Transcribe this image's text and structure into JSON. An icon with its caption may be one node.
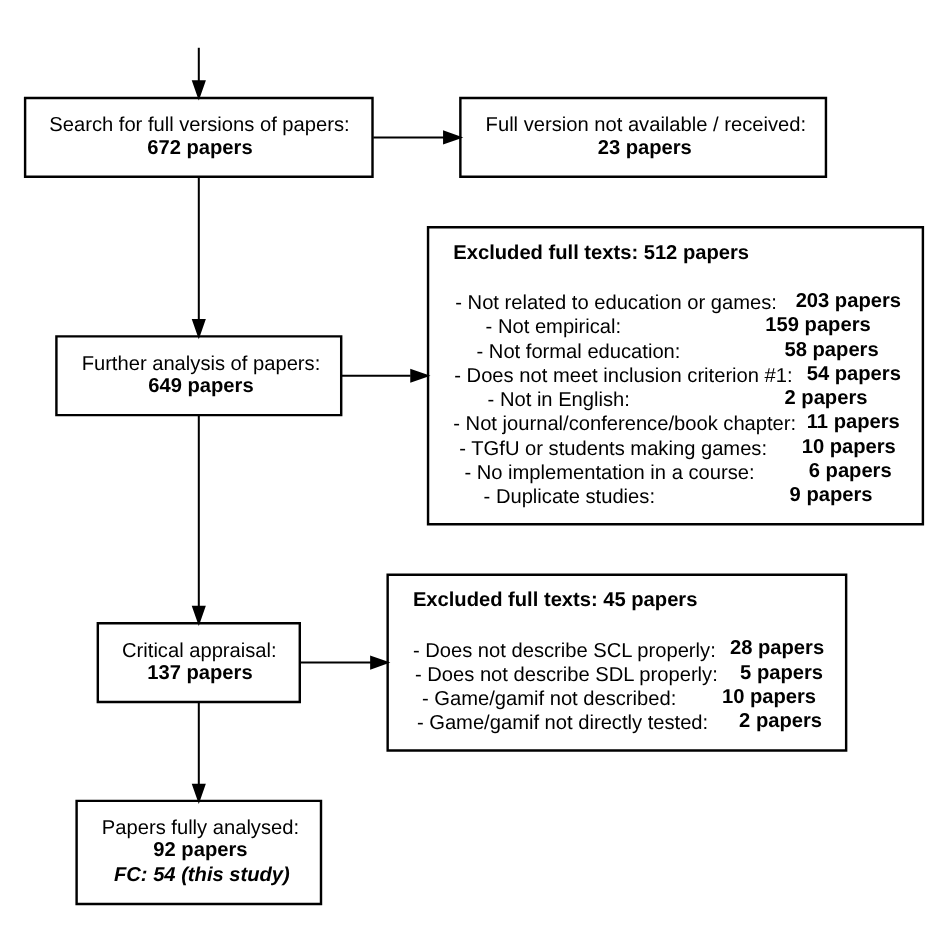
{
  "diagram": {
    "nodes": [
      {
        "text": [
          "Search for full versions of papers:",
          "672 papers"
        ]
      },
      {
        "text": [
          "Full version not available / received:",
          "23 papers"
        ]
      },
      {
        "text": [
          "Further analysis of papers:",
          "649 papers"
        ]
      },
      {
        "text": [
          "Excluded full texts: 512 papers",
          "- Not related to education or games: **203 papers**",
          "- Not empirical: **159 papers**",
          "- Not formal education: **58 papers**",
          "- Does not meet inclusion criterion #1: **54 papers**",
          "- Not in English: **2 papers**",
          "- Not journal/conference/book chapter: **11 papers**",
          "- TGfU or students making games: **10 papers**",
          "- No implementation in a course: **6 papers**",
          "- Duplicate studies: **9 papers**"
        ]
      },
      {
        "text": [
          "Critical appraisal:",
          "137 papers"
        ]
      },
      {
        "text": [
          "Excluded full texts: 45 papers",
          "- Does not describe SCL properly: **28 papers**",
          "- Does not describe SDL properly: **5 papers**",
          "- Game/gamif not described: **10 papers**",
          "- Game/gamif not directly tested: **2 papers**"
        ]
      },
      {
        "text": [
          "Papers fully analysed:",
          "92 papers",
          "FC: 54 (this study)"
        ]
      }
    ],
    "edges": [
      {
        "from": null,
        "to": 0,
        "arrow": "to"
      },
      {
        "from": 0,
        "to": 1,
        "arrow": "to"
      },
      {
        "from": 0,
        "to": 2,
        "arrow": "to"
      },
      {
        "from": 2,
        "to": 3,
        "arrow": "to"
      },
      {
        "from": 2,
        "to": 4,
        "arrow": "to"
      },
      {
        "from": 4,
        "to": 5,
        "arrow": "to"
      },
      {
        "from": 4,
        "to": 6,
        "arrow": "to"
      }
    ]
  }
}
